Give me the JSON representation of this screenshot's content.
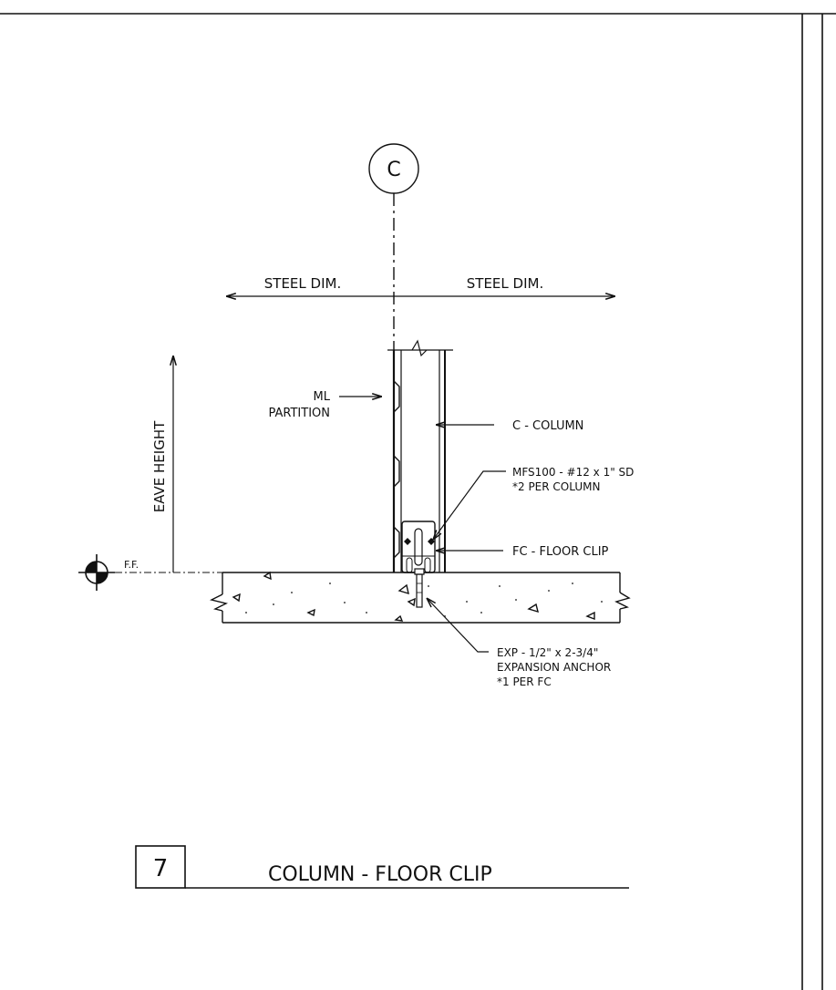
{
  "grid_bubble": "C",
  "dimensions": {
    "left": "STEEL DIM.",
    "right": "STEEL DIM."
  },
  "eave_height": "EAVE HEIGHT",
  "finish_floor": "F.F.",
  "callouts": {
    "partition_line1": "ML",
    "partition_line2": "PARTITION",
    "column": "C - COLUMN",
    "screw_line1": "MFS100 - #12 x 1\" SD",
    "screw_line2": "*2 PER COLUMN",
    "floor_clip": "FC - FLOOR CLIP",
    "anchor_line1": "EXP - 1/2\" x 2-3/4\"",
    "anchor_line2": "EXPANSION ANCHOR",
    "anchor_line3": "*1 PER FC"
  },
  "detail": {
    "number": "7",
    "title": "COLUMN - FLOOR CLIP"
  },
  "colors": {
    "ink": "#111111",
    "paper": "#ffffff"
  }
}
